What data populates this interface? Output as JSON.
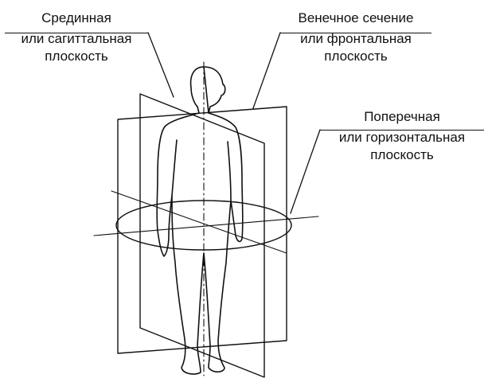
{
  "labels": {
    "median": {
      "line1": "Срединная",
      "line2": "или сагиттальная",
      "line3": "плоскость"
    },
    "coronal": {
      "line1": "Венечное сечение",
      "line2": "или фронтальная",
      "line3": "плоскость"
    },
    "transverse": {
      "line1": "Поперечная",
      "line2": "или горизонтальная",
      "line3": "плоскость"
    }
  },
  "colors": {
    "ink": "#111111",
    "background": "#ffffff"
  }
}
